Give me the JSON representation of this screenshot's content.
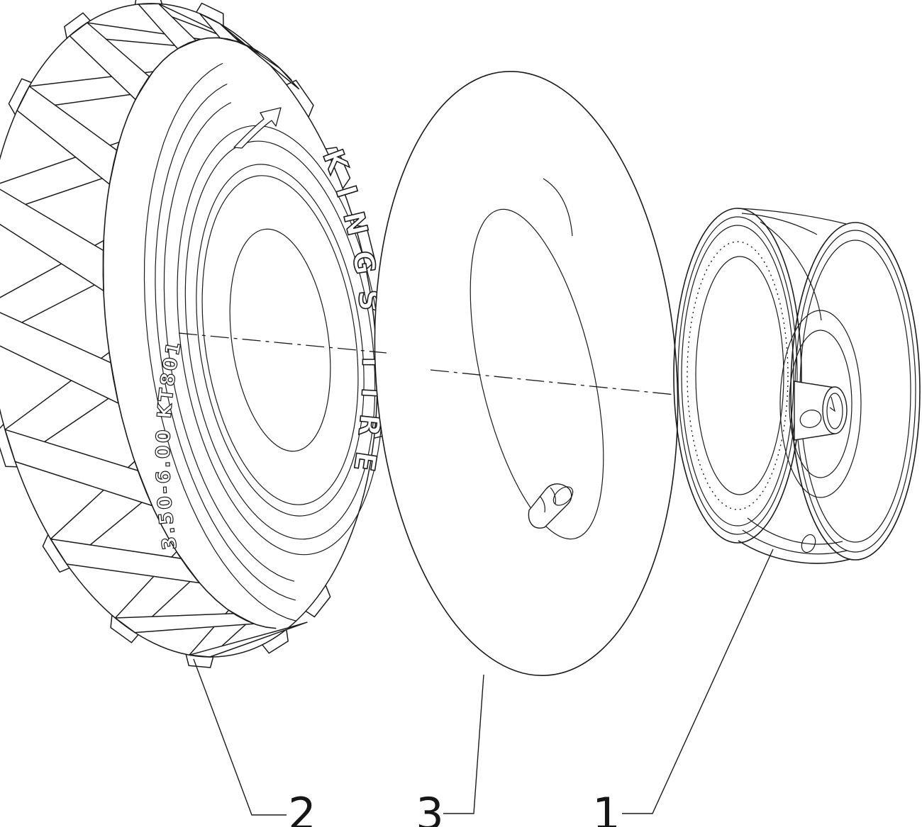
{
  "background_color": "#ffffff",
  "line_color": "#1b1b1b",
  "callouts": {
    "tire_label": "2",
    "tube_label": "3",
    "rim_label": "1"
  },
  "tire_sidewall": {
    "brand": "KINGS TIRE",
    "size_model": "3.50-6.00 KT801"
  }
}
